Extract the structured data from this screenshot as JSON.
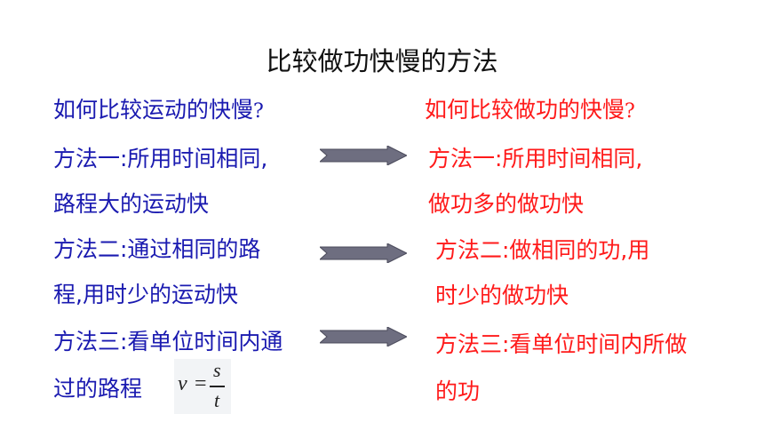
{
  "slide": {
    "title": "比较做功快慢的方法",
    "left": {
      "question": "如何比较运动的快慢",
      "question_mark": "?",
      "method1_line1": "方法一:所用时间相同,",
      "method1_line2": "路程大的运动快",
      "method2_line1": "方法二:通过相同的路",
      "method2_line2": "程,用时少的运动快",
      "method3_line1": "方法三:看单位时间内通",
      "method3_line2": "过的路程"
    },
    "formula": {
      "lhs": "v",
      "equals": "=",
      "numerator": "s",
      "denominator": "t"
    },
    "right": {
      "question": "如何比较做功的快慢",
      "question_mark": "?",
      "method1_line1": "方法一:所用时间相同,",
      "method1_line2": "做功多的做功快",
      "method2_line1": "方法二:做相同的功,用",
      "method2_line2": "时少的做功快",
      "method3_line1": "方法三:看单位时间内所做",
      "method3_line2": "的功"
    },
    "colors": {
      "left_text": "#1a1ab0",
      "right_text": "#ff1a1a",
      "title_text": "#111111",
      "arrow_fill": "#6e6e80"
    },
    "arrow_icon": "right-arrow-icon"
  }
}
